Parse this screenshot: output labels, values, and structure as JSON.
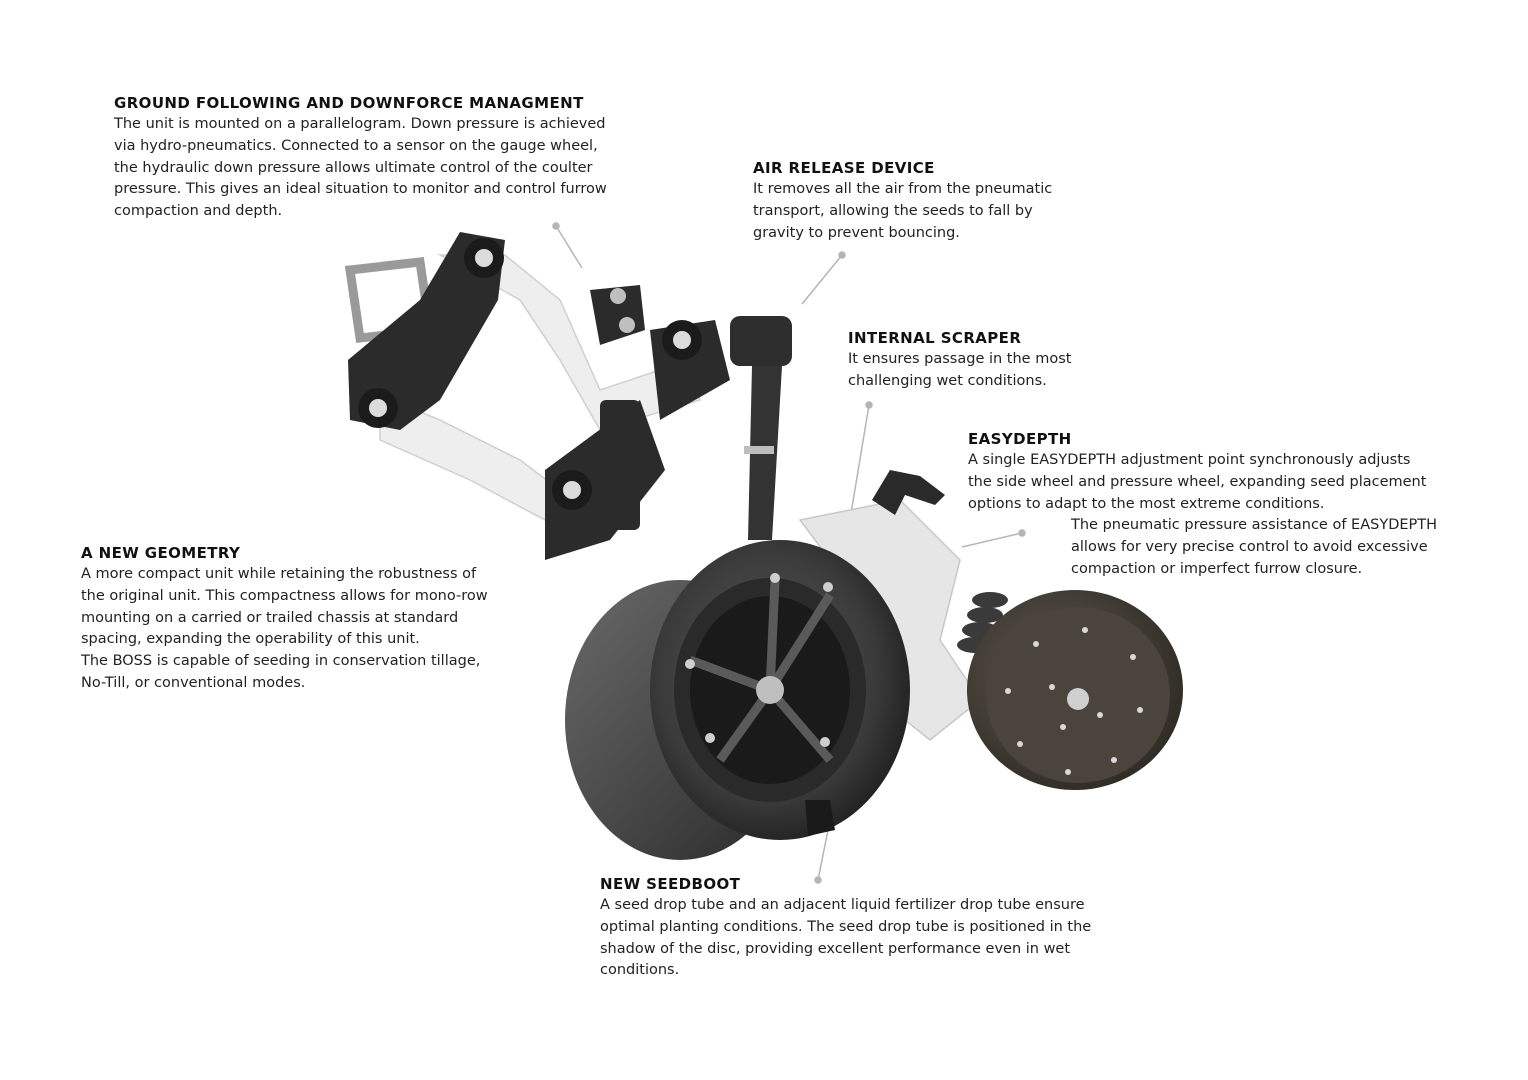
{
  "callouts": {
    "ground": {
      "title": "GROUND FOLLOWING AND DOWNFORCE MANAGMENT",
      "text": "The unit is mounted on a parallelogram. Down pressure is achieved\nvia hydro-pneumatics. Connected to a sensor on the gauge wheel,\nthe hydraulic down pressure allows ultimate control of the coulter\npressure. This gives an ideal situation to monitor and control furrow\ncompaction and depth."
    },
    "air_release": {
      "title": "AIR RELEASE DEVICE",
      "text": "It removes all the air from the pneumatic\ntransport, allowing the seeds to fall by\ngravity to prevent bouncing."
    },
    "internal_scraper": {
      "title": "INTERNAL SCRAPER",
      "text": "It ensures passage in the most\nchallenging wet conditions."
    },
    "easydepth": {
      "title": "EASYDEPTH",
      "text": "A single EASYDEPTH adjustment point synchronously adjusts\nthe side wheel and pressure wheel, expanding seed placement\noptions to adapt to the most extreme conditions.",
      "text2": "The pneumatic pressure assistance of EASYDEPTH\nallows for very precise control to avoid excessive\ncompaction or imperfect furrow closure."
    },
    "geometry": {
      "title": "A NEW GEOMETRY",
      "text": "A more compact unit while retaining the robustness of\nthe original unit. This compactness allows for mono-row\nmounting on a carried or trailed chassis at standard\nspacing, expanding the operability of this unit.\nThe BOSS is capable of seeding in conservation tillage,\nNo-Till, or conventional modes."
    },
    "seedboot": {
      "title": "NEW SEEDBOOT",
      "text": "A seed drop tube and an adjacent liquid fertilizer drop tube ensure\noptimal planting conditions. The seed drop tube is positioned in the\nshadow of the disc, providing excellent performance even in wet\nconditions."
    }
  },
  "colors": {
    "frame": "#2b2b2b",
    "arm_white": "#eeeeee",
    "tire": "#3a3a3a",
    "press_wheel": "#4a443c",
    "leader": "#b5b5b5"
  }
}
